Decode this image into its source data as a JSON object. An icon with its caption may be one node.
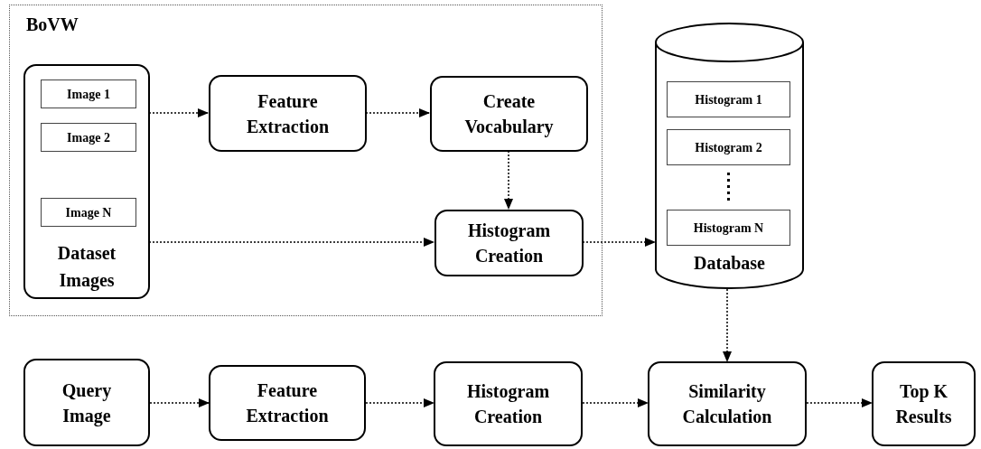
{
  "diagram": {
    "nodes": [
      {
        "text": [
          "BoVW"
        ]
      },
      {
        "text": [
          "Dataset Images"
        ],
        "in": 0
      },
      {
        "text": [
          "Image 1"
        ],
        "in": 1
      },
      {
        "text": [
          "Image 2"
        ],
        "in": 1
      },
      {
        "text": [
          "Image N"
        ],
        "in": 1
      },
      {
        "text": [
          "Feature Extraction"
        ],
        "in": 0
      },
      {
        "text": [
          "Create Vocabulary"
        ],
        "in": 0
      },
      {
        "text": [
          "Histogram Creation"
        ],
        "in": 0
      },
      {
        "text": [
          "Database"
        ]
      },
      {
        "text": [
          "Histogram 1"
        ],
        "in": 8
      },
      {
        "text": [
          "Histogram 2"
        ],
        "in": 8
      },
      {
        "text": [
          "Histogram N"
        ],
        "in": 8
      },
      {
        "text": [
          "Query Image"
        ]
      },
      {
        "text": [
          "Feature Extraction"
        ]
      },
      {
        "text": [
          "Histogram Creation"
        ]
      },
      {
        "text": [
          "Similarity Calculation"
        ]
      },
      {
        "text": [
          "Top K Results"
        ]
      }
    ],
    "edges": [
      {
        "from": 1,
        "to": 5,
        "arrow": "to",
        "style": "dashed"
      },
      {
        "from": 5,
        "to": 6,
        "arrow": "to",
        "style": "dashed"
      },
      {
        "from": 6,
        "to": 7,
        "arrow": "to",
        "style": "dashed"
      },
      {
        "from": 1,
        "to": 7,
        "arrow": "to",
        "style": "dashed"
      },
      {
        "from": 7,
        "to": 8,
        "arrow": "to",
        "style": "dashed"
      },
      {
        "from": 8,
        "to": 15,
        "arrow": "to",
        "style": "dashed"
      },
      {
        "from": 12,
        "to": 13,
        "arrow": "to",
        "style": "dashed"
      },
      {
        "from": 13,
        "to": 14,
        "arrow": "to",
        "style": "dashed"
      },
      {
        "from": 14,
        "to": 15,
        "arrow": "to",
        "style": "dashed"
      },
      {
        "from": 15,
        "to": 16,
        "arrow": "to",
        "style": "dashed"
      }
    ]
  }
}
